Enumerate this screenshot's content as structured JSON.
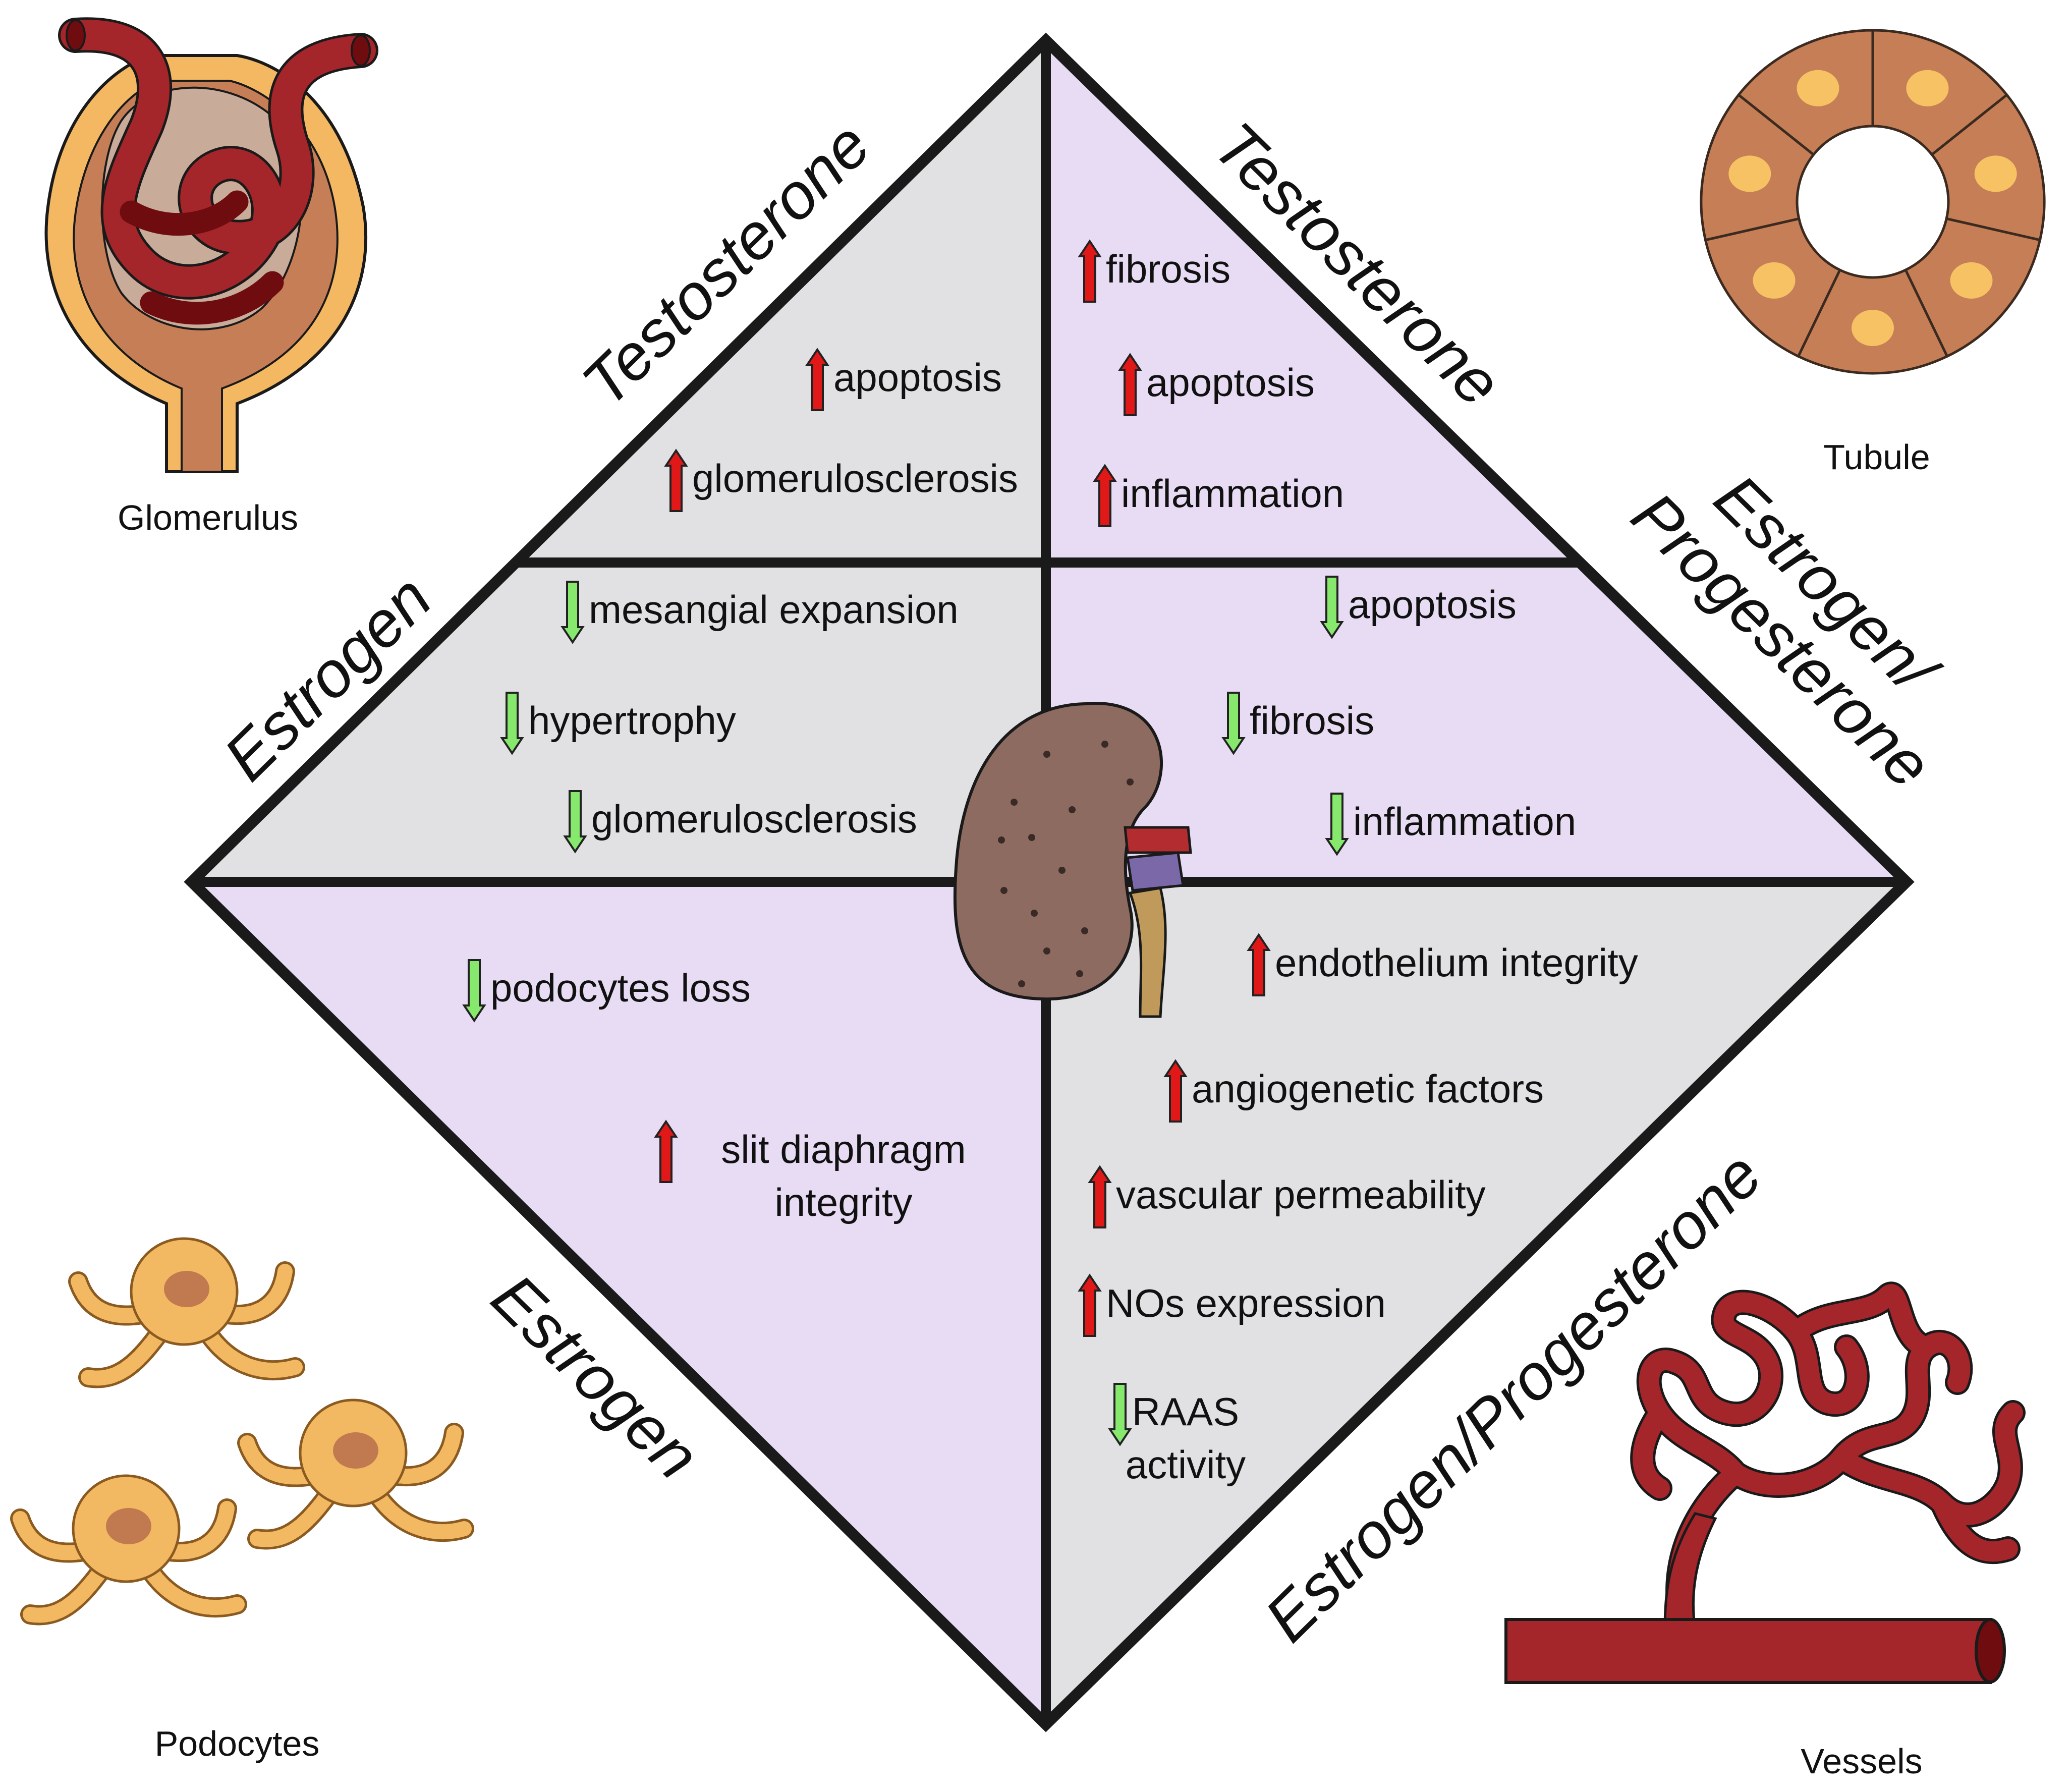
{
  "colors": {
    "quadrant_gray": "#e1e1e3",
    "quadrant_lavender": "#e8dcf4",
    "outline": "#1a1a1a",
    "increase_arrow": "#e01818",
    "decrease_arrow": "#86e86c",
    "vessel_red": "#a4252a",
    "podocyte_orange": "#f2b862",
    "tubule_brown": "#c67e56",
    "kidney_brown": "#8d6b60"
  },
  "icons": {
    "increase": "up-arrow-icon",
    "decrease": "down-arrow-icon"
  },
  "hormone_labels": {
    "top_left": "Testosterone",
    "top_right": "Testosterone",
    "mid_left": "Estrogen",
    "mid_right": "Estrogen/\nProgesterone",
    "bottom_left": "Estrogen",
    "bottom_right": "Estrogen/Progesterone"
  },
  "captions": {
    "glomerulus": "Glomerulus",
    "tubule": "Tubule",
    "podocytes": "Podocytes",
    "vessels": "Vessels"
  },
  "effects": {
    "glomerulus_testosterone": [
      {
        "label": "apoptosis",
        "direction": "increase"
      },
      {
        "label": "glomerulosclerosis",
        "direction": "increase"
      }
    ],
    "tubule_testosterone": [
      {
        "label": "fibrosis",
        "direction": "increase"
      },
      {
        "label": "apoptosis",
        "direction": "increase"
      },
      {
        "label": "inflammation",
        "direction": "increase"
      }
    ],
    "glomerulus_estrogen": [
      {
        "label": "mesangial expansion",
        "direction": "decrease"
      },
      {
        "label": "hypertrophy",
        "direction": "decrease"
      },
      {
        "label": "glomerulosclerosis",
        "direction": "decrease"
      }
    ],
    "tubule_estrogen_progesterone": [
      {
        "label": "apoptosis",
        "direction": "decrease"
      },
      {
        "label": "fibrosis",
        "direction": "decrease"
      },
      {
        "label": "inflammation",
        "direction": "decrease"
      }
    ],
    "podocytes_estrogen": [
      {
        "label": "podocytes loss",
        "direction": "decrease"
      },
      {
        "label": "slit diaphragm\nintegrity",
        "direction": "increase"
      }
    ],
    "vessels_estrogen_progesterone": [
      {
        "label": "endothelium integrity",
        "direction": "increase"
      },
      {
        "label": "angiogenetic factors",
        "direction": "increase"
      },
      {
        "label": "vascular permeability",
        "direction": "increase"
      },
      {
        "label": "NOs expression",
        "direction": "increase"
      },
      {
        "label": "RAAS\nactivity",
        "direction": "decrease"
      }
    ]
  }
}
